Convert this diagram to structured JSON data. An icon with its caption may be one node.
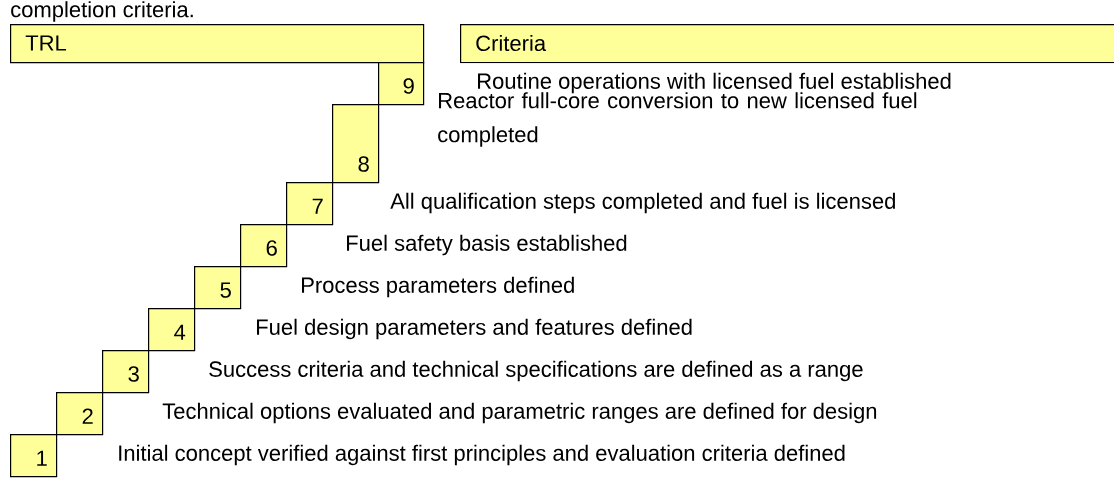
{
  "diagram": {
    "nodes": [
      {
        "text": [
          "TRL"
        ]
      },
      {
        "text": [
          "Criteria"
        ]
      },
      {
        "text": [
          "9"
        ]
      },
      {
        "text": [
          "8"
        ]
      },
      {
        "text": [
          "7"
        ]
      },
      {
        "text": [
          "6"
        ]
      },
      {
        "text": [
          "5"
        ]
      },
      {
        "text": [
          "4"
        ]
      },
      {
        "text": [
          "3"
        ]
      },
      {
        "text": [
          "2"
        ]
      },
      {
        "text": [
          "1"
        ]
      }
    ],
    "labels": [
      "completion criteria.",
      "Routine operations with licensed fuel established",
      "Reactor full-core conversion to new licensed fuel completed",
      "All qualification steps completed and fuel is licensed",
      "Fuel safety basis established",
      "Process parameters defined",
      "Fuel design parameters and features defined",
      "Success criteria and technical specifications are defined as a range",
      "Technical options evaluated and parametric ranges are defined for design",
      "Initial concept verified against first principles and evaluation criteria defined"
    ]
  }
}
